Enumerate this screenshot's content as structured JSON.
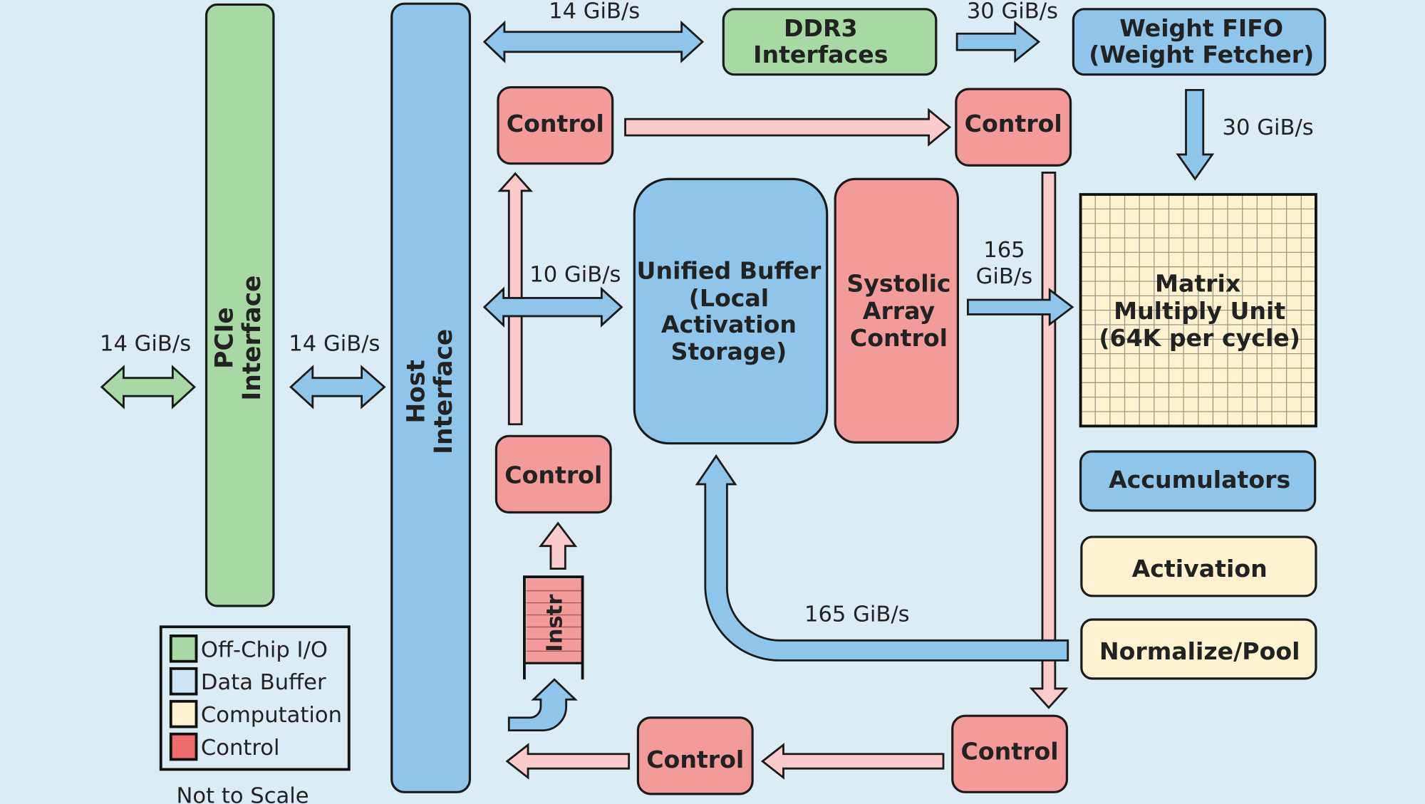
{
  "colors": {
    "background": "#dcecf5",
    "off_chip": "#a8d8a4",
    "data_buffer": "#8fc5ea",
    "computation": "#fff2d0",
    "control": "#f39a9a",
    "control_arrow": "#fbcaca",
    "legend_data_buffer": "#cfe5f5",
    "legend_control": "#ef6b6b"
  },
  "blocks": {
    "pcie": "PCIe Interface",
    "pcie_lines": [
      "PCIe",
      "Interface"
    ],
    "host_lines": [
      "Host",
      "Interface"
    ],
    "ddr3_lines": [
      "DDR3",
      "Interfaces"
    ],
    "weight_fifo_lines": [
      "Weight FIFO",
      "(Weight Fetcher)"
    ],
    "unified_buffer_lines": [
      "Unified Buffer",
      "(Local",
      "Activation",
      "Storage)"
    ],
    "systolic_lines": [
      "Systolic",
      "Array",
      "Control"
    ],
    "mmu_lines": [
      "Matrix",
      "Multiply Unit",
      "(64K per cycle)"
    ],
    "accumulators": "Accumulators",
    "activation": "Activation",
    "normalize_pool": "Normalize/Pool",
    "instr": "Instr",
    "control": "Control"
  },
  "bandwidths": {
    "pcie_external": "14 GiB/s",
    "pcie_host": "14 GiB/s",
    "host_ddr3": "14 GiB/s",
    "ddr3_fifo": "30 GiB/s",
    "fifo_mmu": "30 GiB/s",
    "host_ub": "10 GiB/s",
    "ub_mmu_line1": "165",
    "ub_mmu_line2": "GiB/s",
    "feedback": "165 GiB/s"
  },
  "legend": {
    "items": [
      {
        "label": "Off-Chip I/O",
        "color": "#a8d8a4"
      },
      {
        "label": "Data Buffer",
        "color": "#cfe5f5"
      },
      {
        "label": "Computation",
        "color": "#fff2d0"
      },
      {
        "label": "Control",
        "color": "#ef6b6b"
      }
    ],
    "note": "Not to Scale"
  }
}
